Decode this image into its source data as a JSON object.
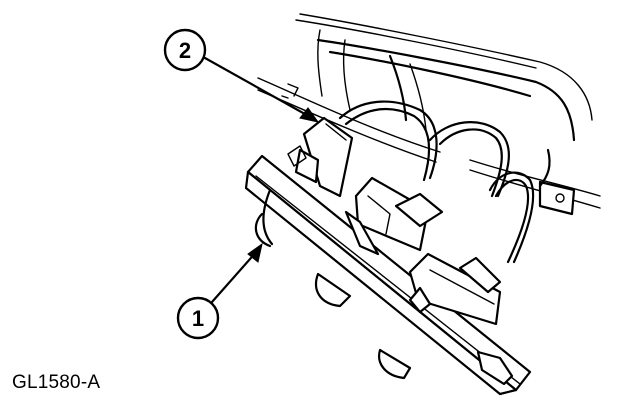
{
  "figure": {
    "code": "GL1580-A",
    "callouts": [
      {
        "label": "1"
      },
      {
        "label": "2"
      }
    ]
  }
}
